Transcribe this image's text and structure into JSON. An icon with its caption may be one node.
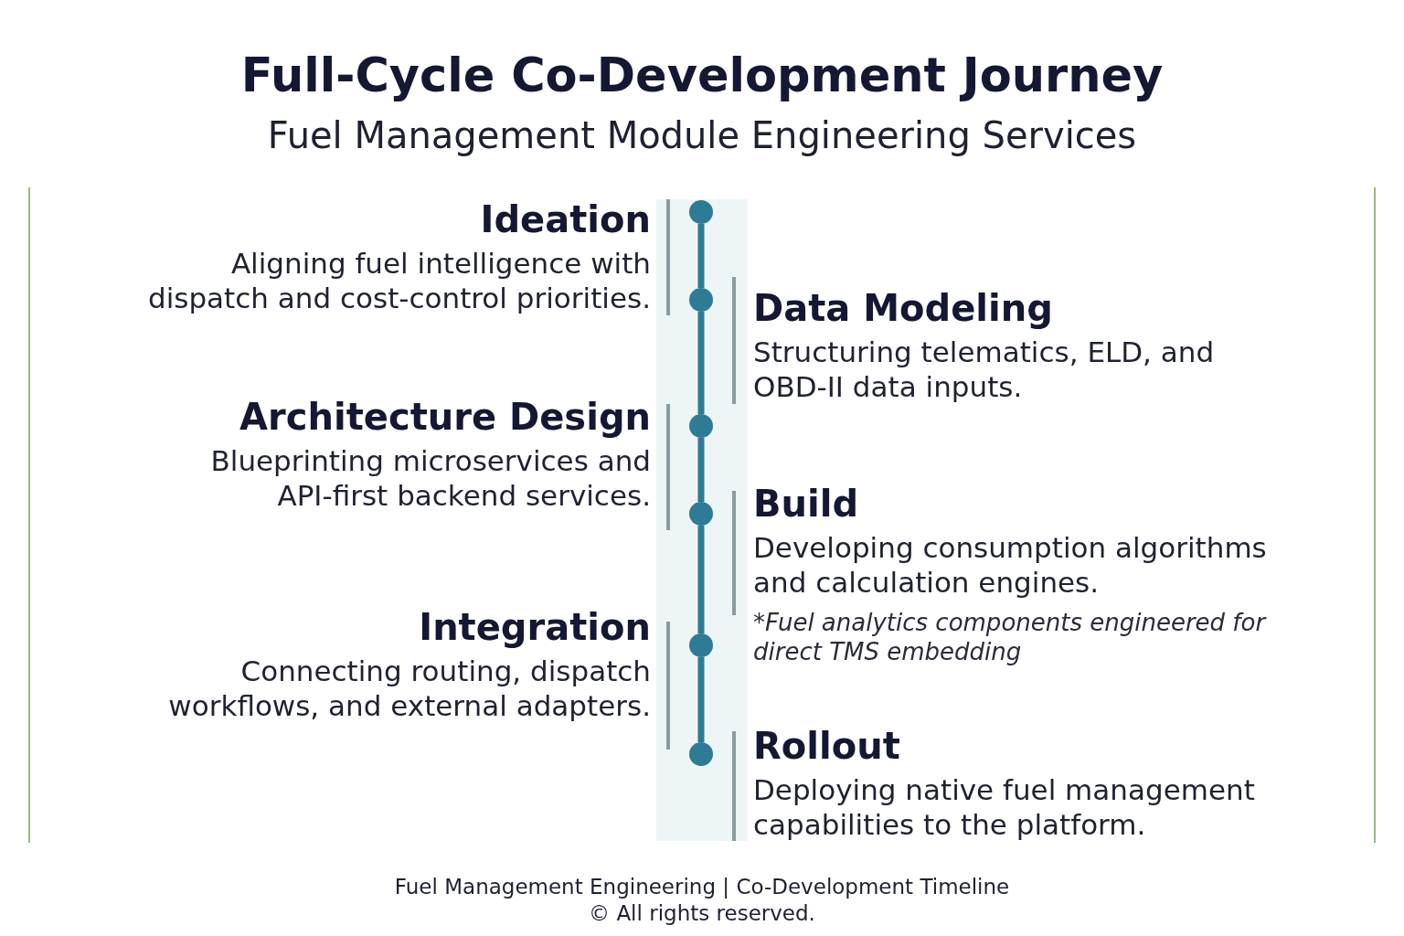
{
  "diagram": {
    "title": "Full-Cycle Co-Development Journey",
    "nodes": [
      {
        "text": [],
        "shape": "circle",
        "beside": [
          "Ideation",
          "Aligning fuel intelligence with dispatch and cost-control priorities."
        ]
      },
      {
        "text": [],
        "shape": "circle",
        "beside": [
          "Data Modeling",
          "Structuring telematics, ELD, and OBD-II data inputs."
        ]
      },
      {
        "text": [],
        "shape": "circle",
        "beside": [
          "Architecture Design",
          "Blueprinting microservices and API-first backend services."
        ]
      },
      {
        "text": [],
        "shape": "circle",
        "beside": [
          "Build",
          "Developing consumption algorithms and calculation engines.",
          "*Fuel analytics components engineered for direct TMS embedding"
        ]
      },
      {
        "text": [],
        "shape": "circle",
        "beside": [
          "Integration",
          "Connecting routing, dispatch workflows, and external adapters."
        ]
      },
      {
        "text": [],
        "shape": "circle",
        "beside": [
          "Rollout",
          "Deploying native fuel management capabilities to the platform."
        ]
      }
    ],
    "edges": [
      {
        "from": 0,
        "to": 1,
        "arrow": "none"
      },
      {
        "from": 1,
        "to": 2,
        "arrow": "none"
      },
      {
        "from": 2,
        "to": 3,
        "arrow": "none"
      },
      {
        "from": 3,
        "to": 4,
        "arrow": "none"
      },
      {
        "from": 4,
        "to": 5,
        "arrow": "none"
      }
    ],
    "labels": [
      "Fuel Management Module Engineering Services",
      "Fuel Management Engineering | Co-Development Timeline",
      "© All rights reserved."
    ]
  }
}
